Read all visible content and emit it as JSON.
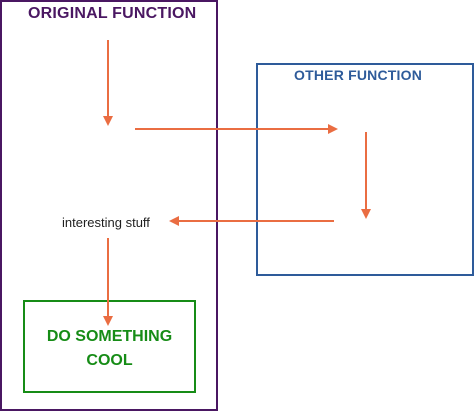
{
  "colors": {
    "original_border": "#4a1762",
    "original_text": "#4a1762",
    "other_border": "#2e5b9a",
    "other_text": "#2e5b9a",
    "cool_border": "#168c16",
    "cool_text": "#168c16",
    "arrow": "#ea6d42",
    "background": "#ffffff"
  },
  "nodes": {
    "original_function": {
      "title": "ORIGINAL FUNCTION"
    },
    "other_function": {
      "title": "OTHER FUNCTION"
    },
    "interesting_stuff": {
      "label": "interesting stuff"
    },
    "do_something_cool": {
      "label": "DO SOMETHING\nCOOL"
    }
  }
}
